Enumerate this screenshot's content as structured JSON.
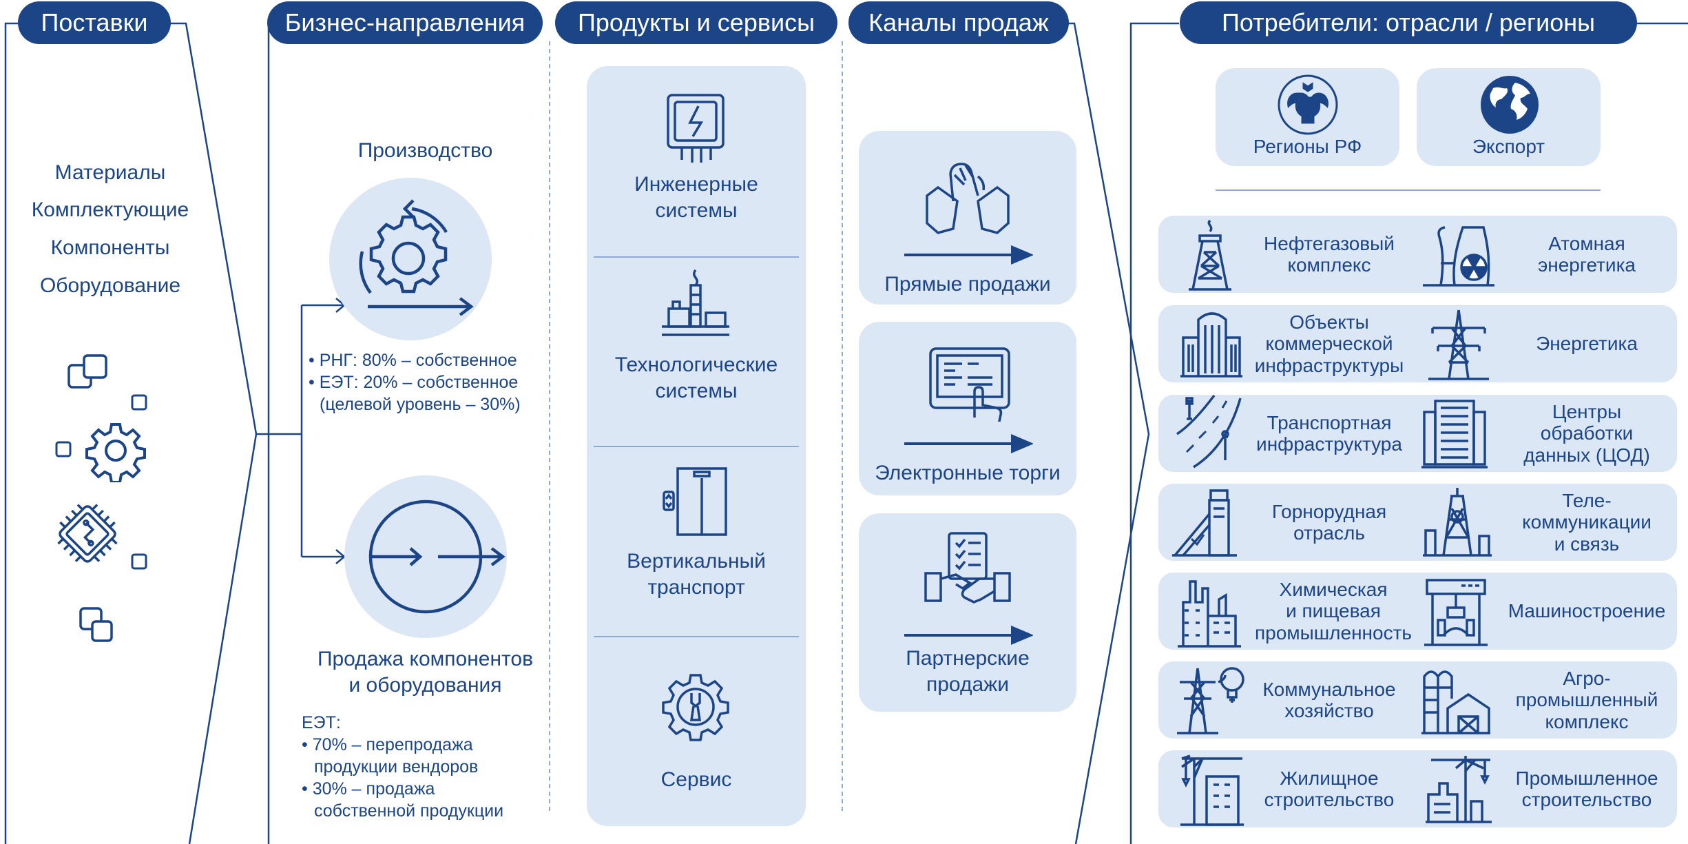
{
  "headers": {
    "supplies": "Поставки",
    "business": "Бизнес-направления",
    "products": "Продукты и сервисы",
    "channels": "Каналы продаж",
    "consumers": "Потребители: отрасли / регионы"
  },
  "supplies": {
    "items": [
      "Материалы",
      "Комплектующие",
      "Компоненты",
      "Оборудование"
    ]
  },
  "business": {
    "production_title": "Производство",
    "production_notes": [
      "• РНГ: 80% – собственное",
      "• ЕЭТ: 20% – собственное",
      "(целевой уровень – 30%)"
    ],
    "sales_title_1": "Продажа компонентов",
    "sales_title_2": "и оборудования",
    "sales_notes": [
      "ЕЭТ:",
      "• 70% – перепродажа",
      "продукции вендоров",
      "• 30% – продажа",
      "собственной продукции"
    ]
  },
  "products": {
    "items": [
      {
        "line1": "Инженерные",
        "line2": "системы",
        "icon": "electrical-panel-icon"
      },
      {
        "line1": "Технологические",
        "line2": "системы",
        "icon": "refinery-tower-icon"
      },
      {
        "line1": "Вертикальный",
        "line2": "транспорт",
        "icon": "elevator-icon"
      },
      {
        "line1": "Сервис",
        "line2": "",
        "icon": "wrench-gear-icon"
      }
    ]
  },
  "channels": {
    "items": [
      {
        "line1": "Прямые продажи",
        "line2": "",
        "icon": "handshake-arm-icon"
      },
      {
        "line1": "Электронные торги",
        "line2": "",
        "icon": "touch-terminal-icon"
      },
      {
        "line1": "Партнерские",
        "line2": "продажи",
        "icon": "contract-handshake-icon"
      }
    ]
  },
  "consumers": {
    "regions": [
      {
        "label": "Регионы РФ",
        "icon": "eagle-emblem-icon"
      },
      {
        "label": "Экспорт",
        "icon": "globe-icon"
      }
    ],
    "rows": [
      {
        "left": [
          "Нефтегазовый",
          "комплекс"
        ],
        "right": [
          "Атомная",
          "энергетика"
        ]
      },
      {
        "left": [
          "Объекты",
          "коммерческой",
          "инфраструктуры"
        ],
        "right": [
          "Энергетика"
        ]
      },
      {
        "left": [
          "Транспортная",
          "инфраструктура"
        ],
        "right": [
          "Центры",
          "обработки",
          "данных (ЦОД)"
        ]
      },
      {
        "left": [
          "Горнорудная",
          "отрасль"
        ],
        "right": [
          "Теле-",
          "коммуникации",
          "и связь"
        ]
      },
      {
        "left": [
          "Химическая",
          "и пищевая",
          "промышленность"
        ],
        "right": [
          "Машиностроение"
        ]
      },
      {
        "left": [
          "Коммунальное",
          "хозяйство"
        ],
        "right": [
          "Агро-",
          "промышленный",
          "комплекс"
        ]
      },
      {
        "left": [
          "Жилищное",
          "строительство"
        ],
        "right": [
          "Промышленное",
          "строительство"
        ]
      }
    ]
  },
  "colors": {
    "primary": "#1c4587",
    "box": "#dce7f5",
    "separator": "#8eaadb"
  }
}
